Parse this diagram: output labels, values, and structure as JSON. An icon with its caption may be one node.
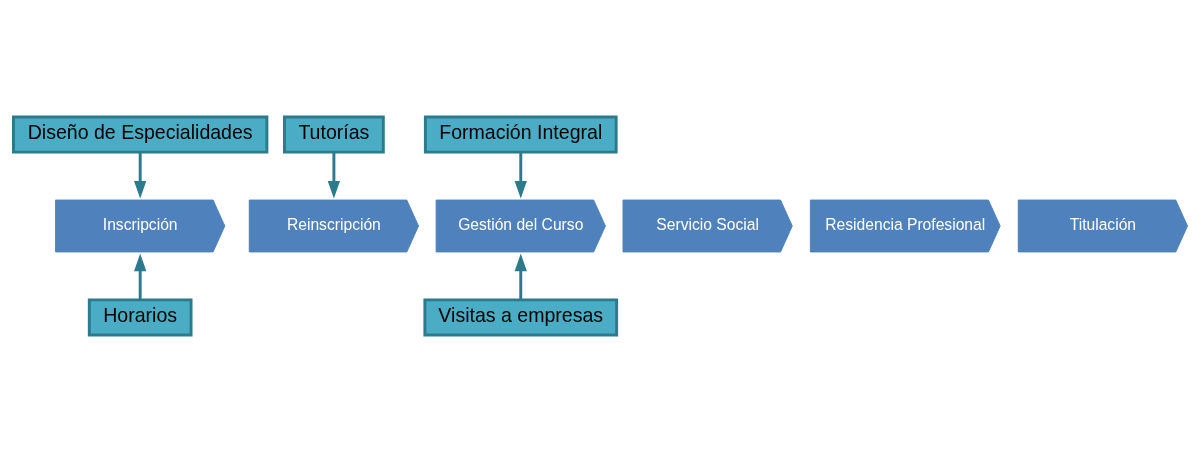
{
  "diagram": {
    "nodes": [
      {
        "text": [
          "Diseño de Especialidades"
        ]
      },
      {
        "text": [
          "Tutorías"
        ]
      },
      {
        "text": [
          "Formación Integral"
        ]
      },
      {
        "text": [
          "Inscripción"
        ]
      },
      {
        "text": [
          "Reinscripción"
        ]
      },
      {
        "text": [
          "Gestión del Curso"
        ]
      },
      {
        "text": [
          "Servicio Social"
        ]
      },
      {
        "text": [
          "Residencia Profesional"
        ]
      },
      {
        "text": [
          "Titulación"
        ]
      },
      {
        "text": [
          "Horarios"
        ]
      },
      {
        "text": [
          "Visitas a empresas"
        ]
      }
    ],
    "edges": [
      {
        "from": 0,
        "to": 3,
        "arrow": "to"
      },
      {
        "from": 1,
        "to": 4,
        "arrow": "to"
      },
      {
        "from": 2,
        "to": 5,
        "arrow": "to"
      },
      {
        "from": 9,
        "to": 3,
        "arrow": "to"
      },
      {
        "from": 10,
        "to": 5,
        "arrow": "to"
      }
    ]
  }
}
